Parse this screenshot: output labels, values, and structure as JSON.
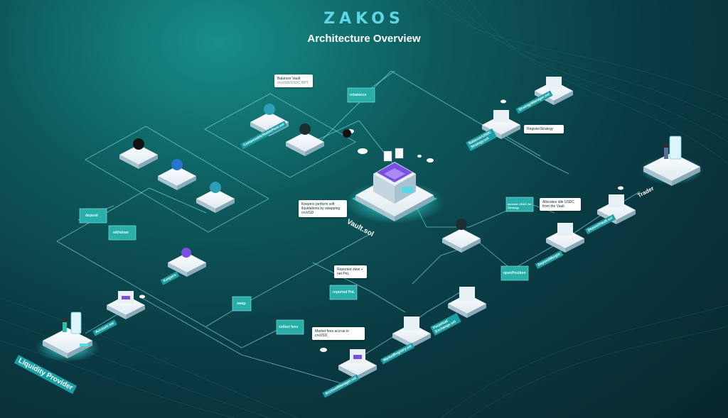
{
  "header": {
    "logo": "ZAKOS",
    "title": "Architecture Overview"
  },
  "callouts": {
    "balancer_vault": "Balancer Vault",
    "balancer_vault_sub": "crvUSD/USDC BPT",
    "register_strategy": "RegisterStrategy",
    "allocates": "Allocates idle USDC from the Vault",
    "keepers": "Keepers perform soft liquidations by swapping crvUSD",
    "reported": "Reported stew + net PnL",
    "market_fees": "Market fees accrue in crvUSD"
  },
  "labels": {
    "vault": "Vault.sol",
    "liquidity_provider": "Liquidity Provider",
    "trader": "Trader",
    "composable_pool": "ComposableStablePool.sol",
    "strategy_manager": "StrategyManager.sol",
    "balancer_strategy": "BalancerUSDC Strategy.sol",
    "deposit_vault": "DepositVault.sol",
    "deposit_margin": "DepositMargin",
    "perpetual": "Perpetual Exchange.sol",
    "market_registry": "MarketRegistry.sol",
    "account_manager": "AccountManager.sol",
    "account": "Account.sol",
    "keepers": "Keepers"
  },
  "tags": {
    "rebalance": "rebalance",
    "allocate": "allocate USDC for Strategy",
    "deposit": "deposit",
    "withdraw": "withdraw",
    "swap": "swap",
    "reported": "reported PnL",
    "collect_fees": "collect fees",
    "open_position": "openPosition"
  },
  "colors": {
    "accent": "#5fd6e6",
    "line": "#8ee9ee",
    "tag_bg": "#2aaea8",
    "node_top": "#eef5f8",
    "node_side": "#b9ccd6",
    "glow": "#2fd3d8"
  }
}
